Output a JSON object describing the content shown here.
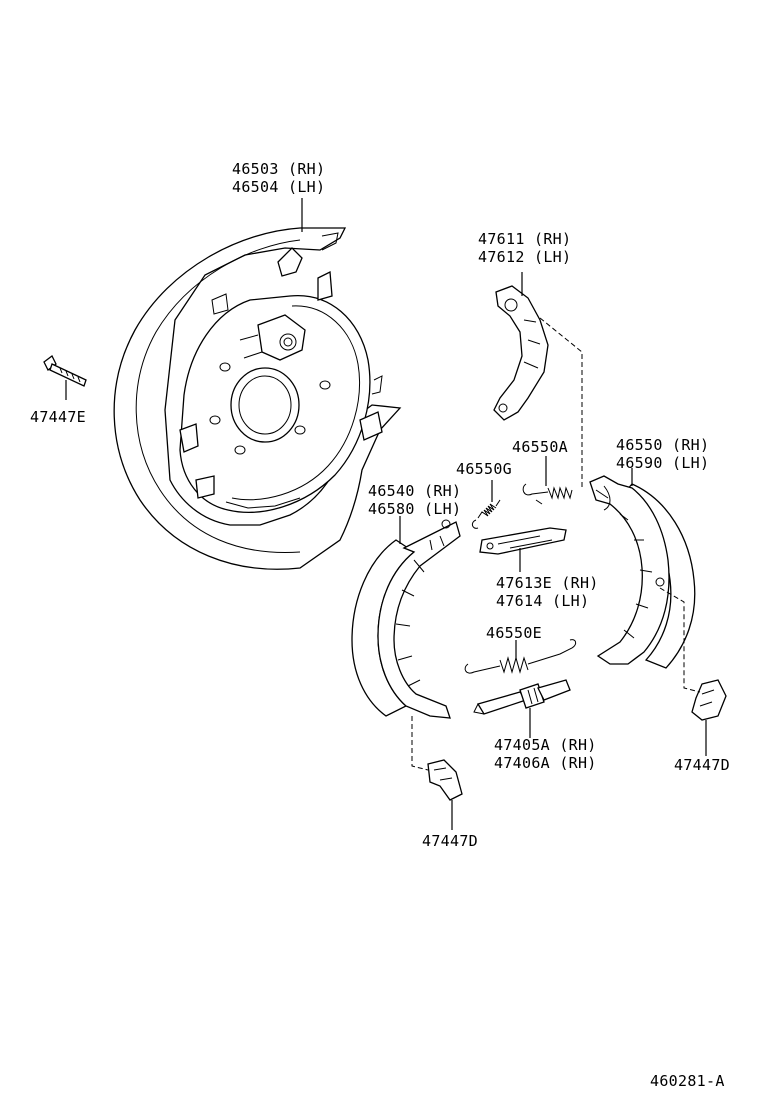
{
  "labels": {
    "backing_plate": [
      "46503 (RH)",
      "46504 (LH)"
    ],
    "bolt": "47447E",
    "anchor_lever": [
      "47611 (RH)",
      "47612 (LH)"
    ],
    "spring_a": "46550A",
    "spring_g": "46550G",
    "shoe_right": [
      "46550 (RH)",
      "46590 (LH)"
    ],
    "shoe_left": [
      "46540 (RH)",
      "46580 (LH)"
    ],
    "strut": [
      "47613E (RH)",
      "47614 (LH)"
    ],
    "spring_e": "46550E",
    "adjuster": [
      "47405A (RH)",
      "47406A (RH)"
    ],
    "clip_right": "47447D",
    "clip_left": "47447D",
    "diagram_id": "460281-A"
  }
}
